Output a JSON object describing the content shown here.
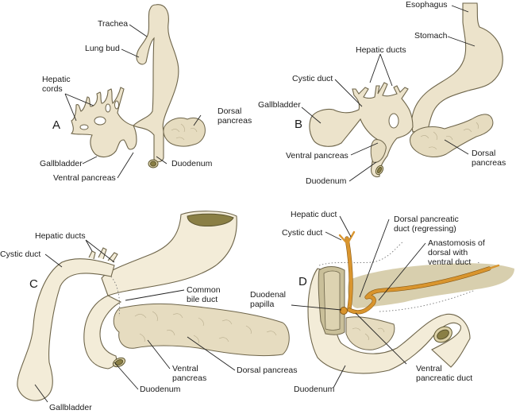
{
  "figure": {
    "panels": [
      {
        "id": "A",
        "labels": {
          "trachea": "Trachea",
          "lung_bud": "Lung bud",
          "hepatic_cords": "Hepatic\ncords",
          "dorsal_pancreas": "Dorsal\npancreas",
          "gallbladder": "Gallbladder",
          "ventral_pancreas": "Ventral pancreas",
          "duodenum": "Duodenum"
        }
      },
      {
        "id": "B",
        "labels": {
          "esophagus": "Esophagus",
          "stomach": "Stomach",
          "hepatic_ducts": "Hepatic ducts",
          "cystic_duct": "Cystic duct",
          "gallbladder": "Gallbladder",
          "ventral_pancreas": "Ventral pancreas",
          "dorsal_pancreas": "Dorsal\npancreas",
          "duodenum": "Duodenum"
        }
      },
      {
        "id": "C",
        "labels": {
          "hepatic_ducts": "Hepatic ducts",
          "cystic_duct": "Cystic duct",
          "common_bile_duct": "Common\nbile duct",
          "ventral_pancreas": "Ventral\npancreas",
          "dorsal_pancreas": "Dorsal pancreas",
          "duodenum": "Duodenum",
          "gallbladder": "Gallbladder"
        }
      },
      {
        "id": "D",
        "labels": {
          "hepatic_duct": "Hepatic duct",
          "cystic_duct": "Cystic duct",
          "dorsal_pancreatic_duct": "Dorsal pancreatic\nduct (regressing)",
          "anastomosis": "Anastomosis of\ndorsal with\nventral duct",
          "duodenal_papilla": "Duodenal\npapilla",
          "ventral_pancreatic_duct": "Ventral\npancreatic duct",
          "duodenum": "Duodenum"
        }
      }
    ],
    "colors": {
      "tissue": "#ece3cb",
      "outline": "#6e654a",
      "duct": "#d9952e",
      "lumen": "#8a7f45"
    }
  }
}
